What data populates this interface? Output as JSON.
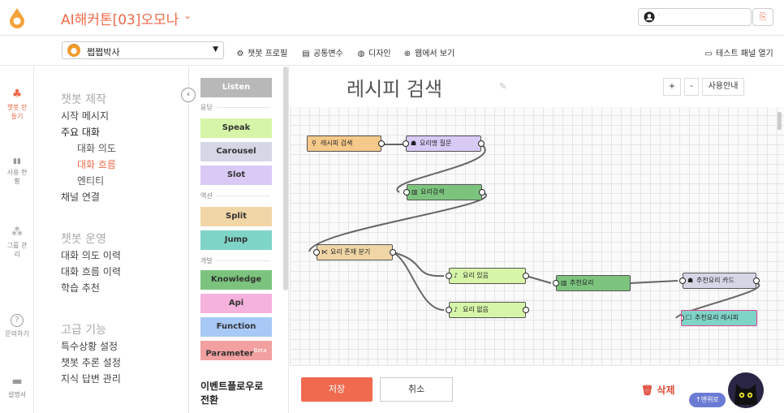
{
  "header": {
    "project_title": "AI해커톤[03]오모나",
    "caret": "⌄",
    "account_name": "·",
    "logout_icon": "⎘"
  },
  "toolbar": {
    "bot_name": "쩝쩝박사",
    "items": [
      {
        "icon": "⚙",
        "label": "챗봇 프로필"
      },
      {
        "icon": "▤",
        "label": "공통변수"
      },
      {
        "icon": "◍",
        "label": "디자인"
      },
      {
        "icon": "⊕",
        "label": "웹에서 보기"
      }
    ],
    "test_panel": {
      "icon": "▭",
      "label": "테스트 패널 열기"
    }
  },
  "leftnav": [
    {
      "icon": "♣",
      "label": "챗봇 만들기",
      "active": true
    },
    {
      "icon": "▮▮",
      "label": "사용 현황"
    },
    {
      "icon": "⁂",
      "label": "그룹 관리"
    },
    {
      "icon": "?",
      "label": "문의하기"
    },
    {
      "icon": "▬",
      "label": "설명서"
    }
  ],
  "menu": {
    "sections": [
      {
        "title": "챗봇 제작",
        "items": [
          "시작 메시지",
          "주요 대화"
        ],
        "subitems": [
          "대화 의도",
          "대화 흐름",
          "엔티티"
        ],
        "after": [
          "채널 연결"
        ]
      },
      {
        "title": "챗봇 운영",
        "items": [
          "대화 의도 이력",
          "대화 흐름 이력",
          "학습 추천"
        ]
      },
      {
        "title": "고급 기능",
        "items": [
          "특수상황 설정",
          "챗봇 추론 설정",
          "지식 답변 관리"
        ]
      }
    ]
  },
  "palette": {
    "listen": "Listen",
    "groups": [
      "응답",
      "액션",
      "개발"
    ],
    "buttons": [
      {
        "label": "Speak",
        "color": "#d7f5a8"
      },
      {
        "label": "Carousel",
        "color": "#d6d6e6"
      },
      {
        "label": "Slot",
        "color": "#d8c9f5"
      },
      {
        "label": "Split",
        "color": "#f0d6a6"
      },
      {
        "label": "Jump",
        "color": "#7fd4c8"
      },
      {
        "label": "Knowledge",
        "color": "#7cc47e"
      },
      {
        "label": "Api",
        "color": "#f5b2dd"
      },
      {
        "label": "Function",
        "color": "#a8c8f5"
      },
      {
        "label": "Parameter",
        "color": "#f2a0a0",
        "badge": "Beta"
      }
    ],
    "event_label": "이벤트플로우로 전환"
  },
  "canvas": {
    "title": "레시피 검색",
    "zoom_in": "+",
    "zoom_out": "-",
    "guide": "사용안내",
    "nodes": [
      {
        "id": "n1",
        "label": "레시피 검색",
        "icon": "⚲",
        "color": "#f5c98a"
      },
      {
        "id": "n2",
        "label": "요리명 질문",
        "icon": "☗",
        "color": "#d8c9f5"
      },
      {
        "id": "n3",
        "label": "요리검색",
        "icon": "▥",
        "color": "#7cc47e"
      },
      {
        "id": "n4",
        "label": "요리 존재 분기",
        "icon": "⋉",
        "color": "#f0d6a6"
      },
      {
        "id": "n5",
        "label": "요리 있음",
        "icon": "♪",
        "color": "#d7f5a8"
      },
      {
        "id": "n6",
        "label": "요리 없음",
        "icon": "♪",
        "color": "#d7f5a8"
      },
      {
        "id": "n7",
        "label": "추천요리",
        "icon": "▥",
        "color": "#7cc47e"
      },
      {
        "id": "n8",
        "label": "추천요리 카드",
        "icon": "☗",
        "color": "#d6d6e6"
      },
      {
        "id": "n9",
        "label": "추천요리 레시피",
        "icon": "☐",
        "color": "#7fd4c8"
      }
    ]
  },
  "footer": {
    "save": "저장",
    "cancel": "취소",
    "delete": "삭제",
    "back": "↑맨위로"
  }
}
